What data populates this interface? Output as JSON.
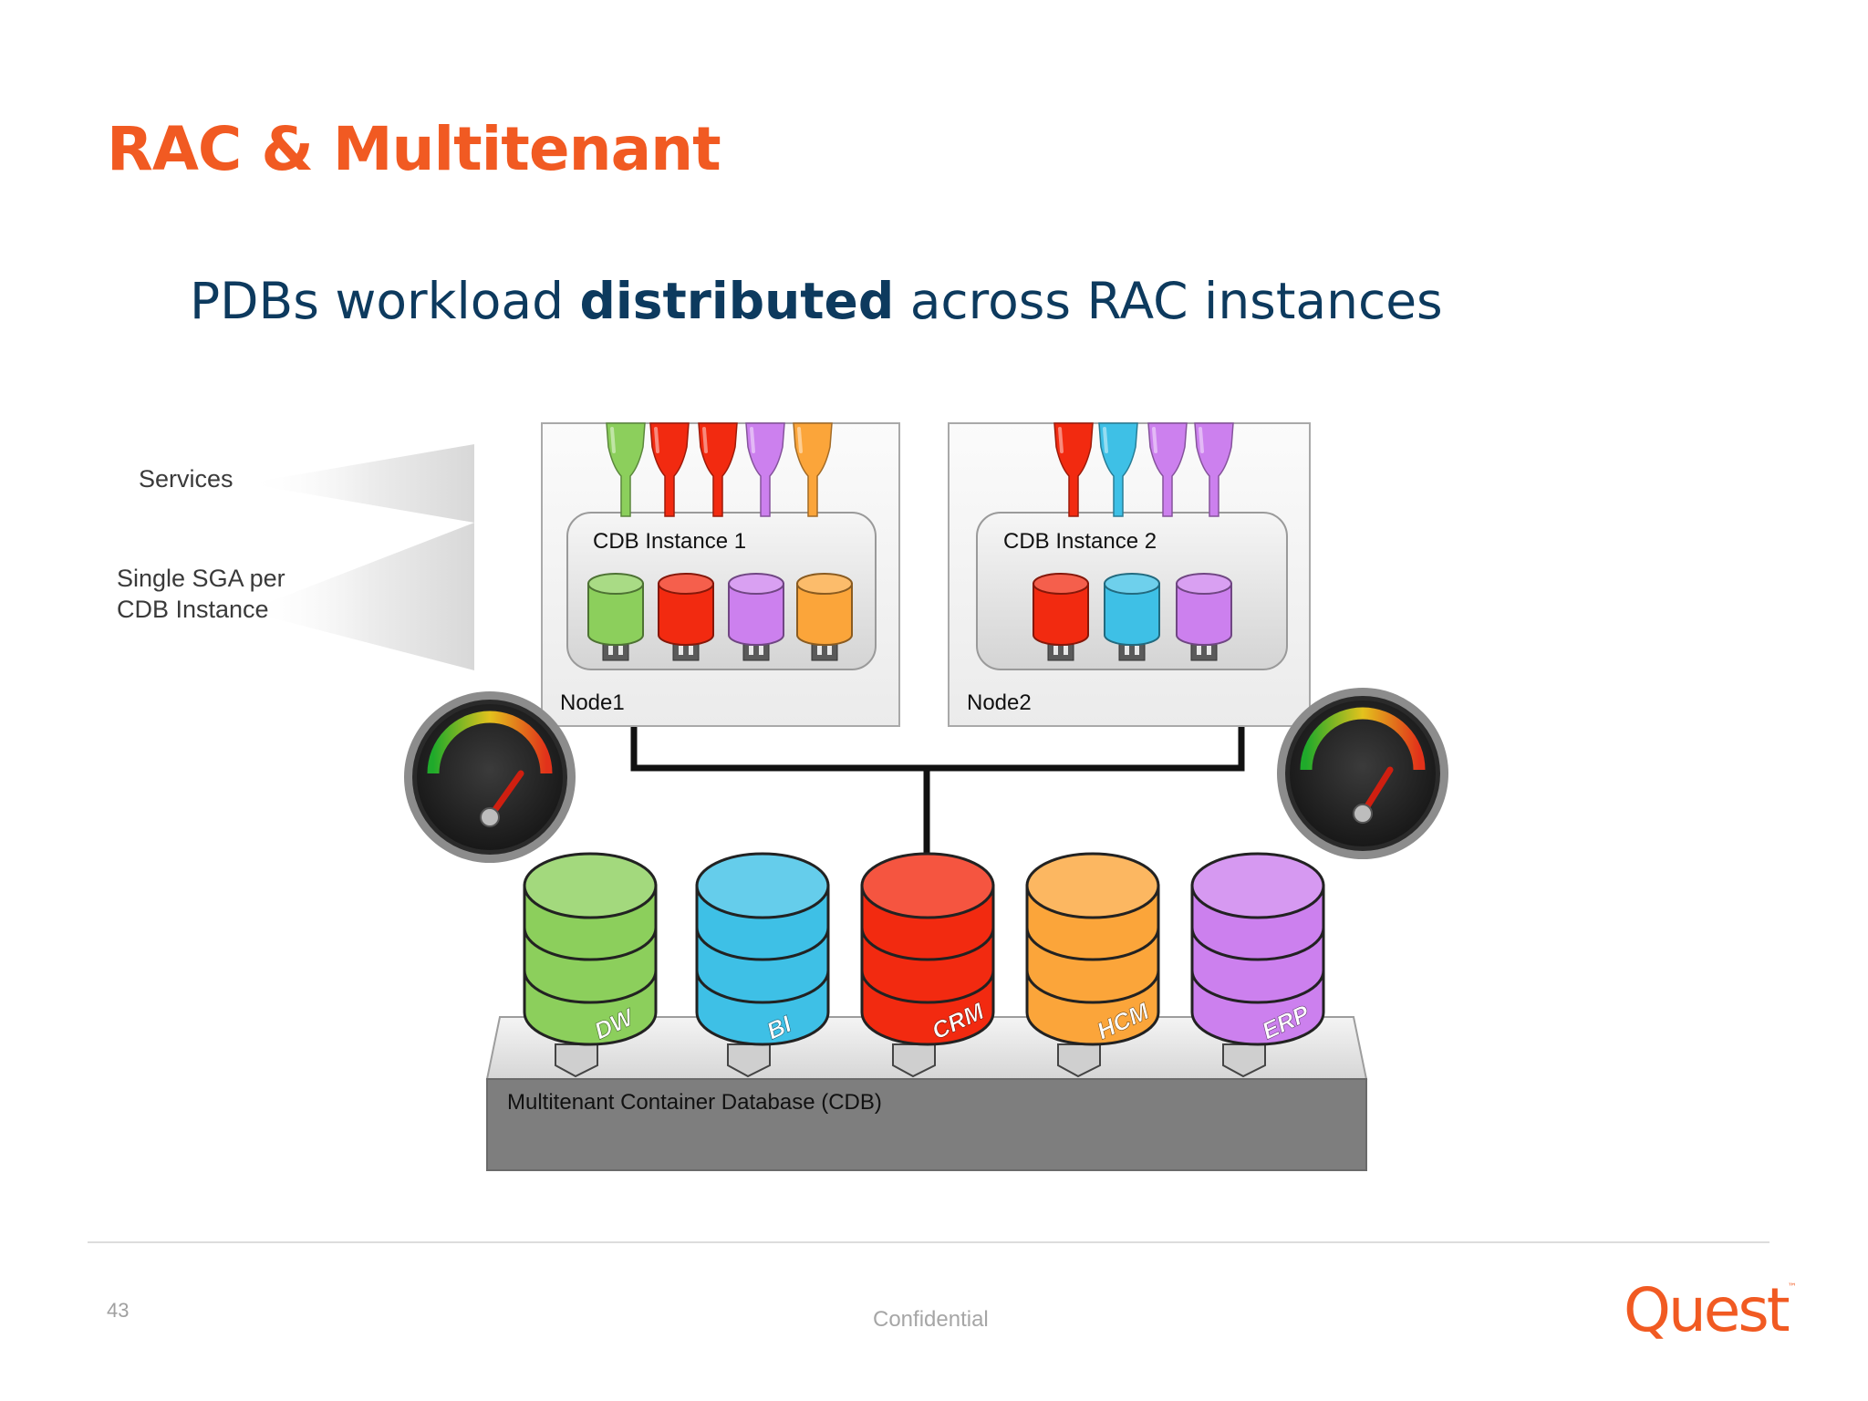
{
  "slide": {
    "title": "RAC & Multitenant",
    "subtitle_pre": "PDBs workload ",
    "subtitle_bold": "distributed",
    "subtitle_post": " across RAC instances"
  },
  "diagram": {
    "legend": {
      "services": "Services",
      "sga_line1": "Single SGA per",
      "sga_line2": "CDB Instance"
    },
    "node1": {
      "label": "Node1",
      "instance_label": "CDB Instance 1",
      "services": [
        "green",
        "red",
        "red",
        "purple",
        "orange"
      ],
      "pdbs": [
        "green",
        "red",
        "purple",
        "orange"
      ]
    },
    "node2": {
      "label": "Node2",
      "instance_label": "CDB Instance 2",
      "services": [
        "red",
        "blue",
        "purple",
        "purple"
      ],
      "pdbs": [
        "red",
        "blue",
        "purple"
      ]
    },
    "cdb_label": "Multitenant Container Database (CDB)",
    "databases": [
      {
        "label": "DW",
        "color": "green"
      },
      {
        "label": "BI",
        "color": "blue"
      },
      {
        "label": "CRM",
        "color": "red"
      },
      {
        "label": "HCM",
        "color": "orange"
      },
      {
        "label": "ERP",
        "color": "purple"
      }
    ]
  },
  "colors": {
    "accent_orange": "#f15a22",
    "subtitle_navy": "#0d3a5e",
    "green": "#8ccf5c",
    "red": "#f22a10",
    "purple": "#cc80ee",
    "orange": "#fba53a",
    "blue": "#3ec0e6"
  },
  "footer": {
    "page_number": "43",
    "confidential": "Confidential",
    "logo": "Quest",
    "logo_mark": "™"
  }
}
